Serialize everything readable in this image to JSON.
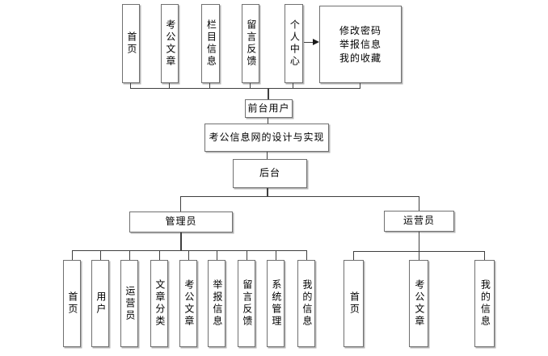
{
  "diagram": {
    "root_label": "考公信息网的设计与实现",
    "front": {
      "label": "前台用户",
      "menu": [
        "首页",
        "考公文章",
        "栏目信息",
        "留言反馈",
        "个人中心"
      ],
      "personal_submenu": [
        "修改密码",
        "举报信息",
        "我的收藏"
      ]
    },
    "backend": {
      "label": "后台",
      "admin": {
        "label": "管理员",
        "menu": [
          "首页",
          "用户",
          "运营员",
          "文章分类",
          "考公文章",
          "举报信息",
          "留言反馈",
          "系统管理",
          "我的信息"
        ]
      },
      "operator": {
        "label": "运营员",
        "menu": [
          "首页",
          "考公文章",
          "我的信息"
        ]
      }
    },
    "colors": {
      "background": "#ffffff",
      "box_border": "#707070",
      "line": "#3f3f3f",
      "text": "#000000"
    }
  }
}
